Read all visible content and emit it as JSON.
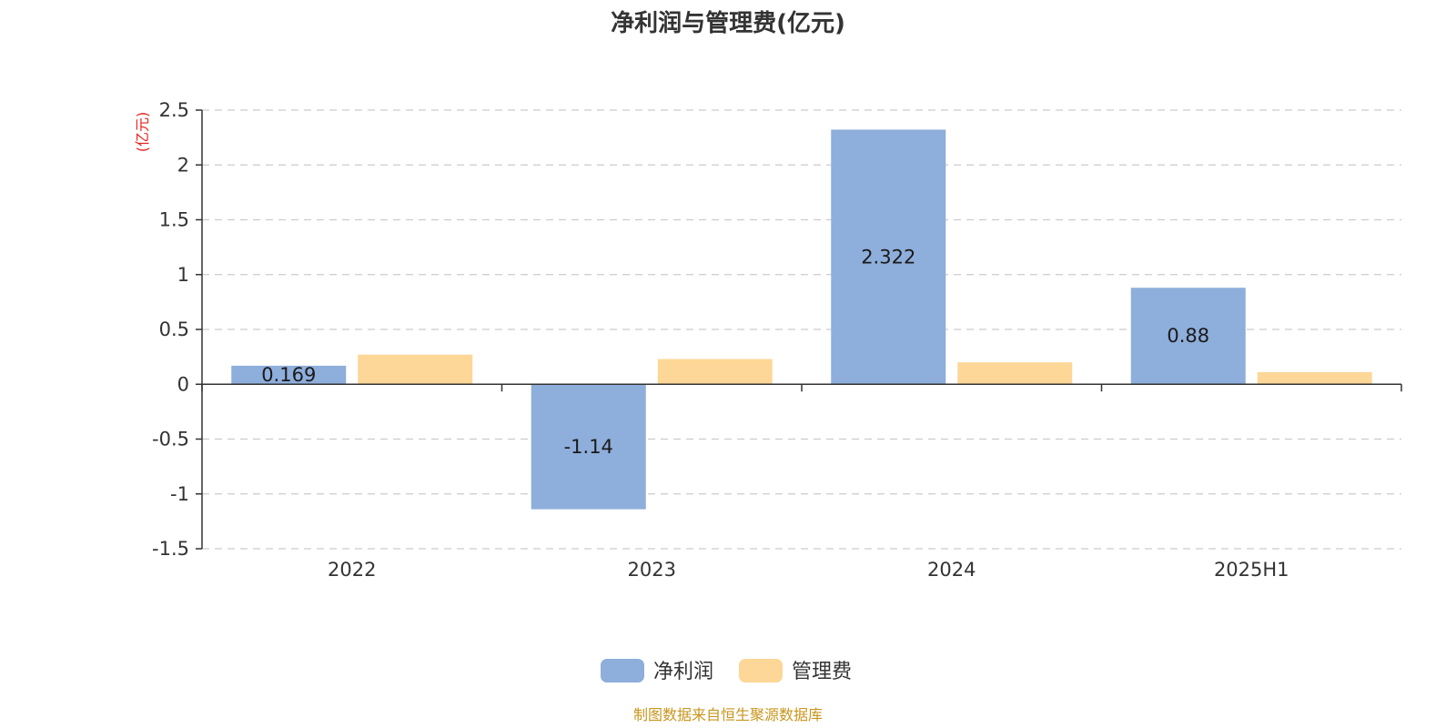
{
  "chart_data": {
    "type": "bar",
    "title": "净利润与管理费(亿元)",
    "unit_label": "(亿元)",
    "categories": [
      "2022",
      "2023",
      "2024",
      "2025H1"
    ],
    "series": [
      {
        "name": "净利润",
        "values": [
          0.169,
          -1.14,
          2.322,
          0.88
        ],
        "data_labels": [
          "0.169",
          "-1.14",
          "2.322",
          "0.88"
        ],
        "color": "#8eaedb"
      },
      {
        "name": "管理费",
        "values": [
          0.27,
          0.23,
          0.2,
          0.11
        ],
        "color": "#fdd797"
      }
    ],
    "ylim": [
      -1.5,
      2.5
    ],
    "yticks": [
      2.5,
      2,
      1.5,
      1,
      0.5,
      0,
      -0.5,
      -1,
      -1.5
    ],
    "ytick_labels": [
      "2.5",
      "2",
      "1.5",
      "1",
      "0.5",
      "0",
      "-0.5",
      "-1",
      "-1.5"
    ],
    "grid": true,
    "legend_position": "bottom-center",
    "source": "制图数据来自恒生聚源数据库"
  }
}
